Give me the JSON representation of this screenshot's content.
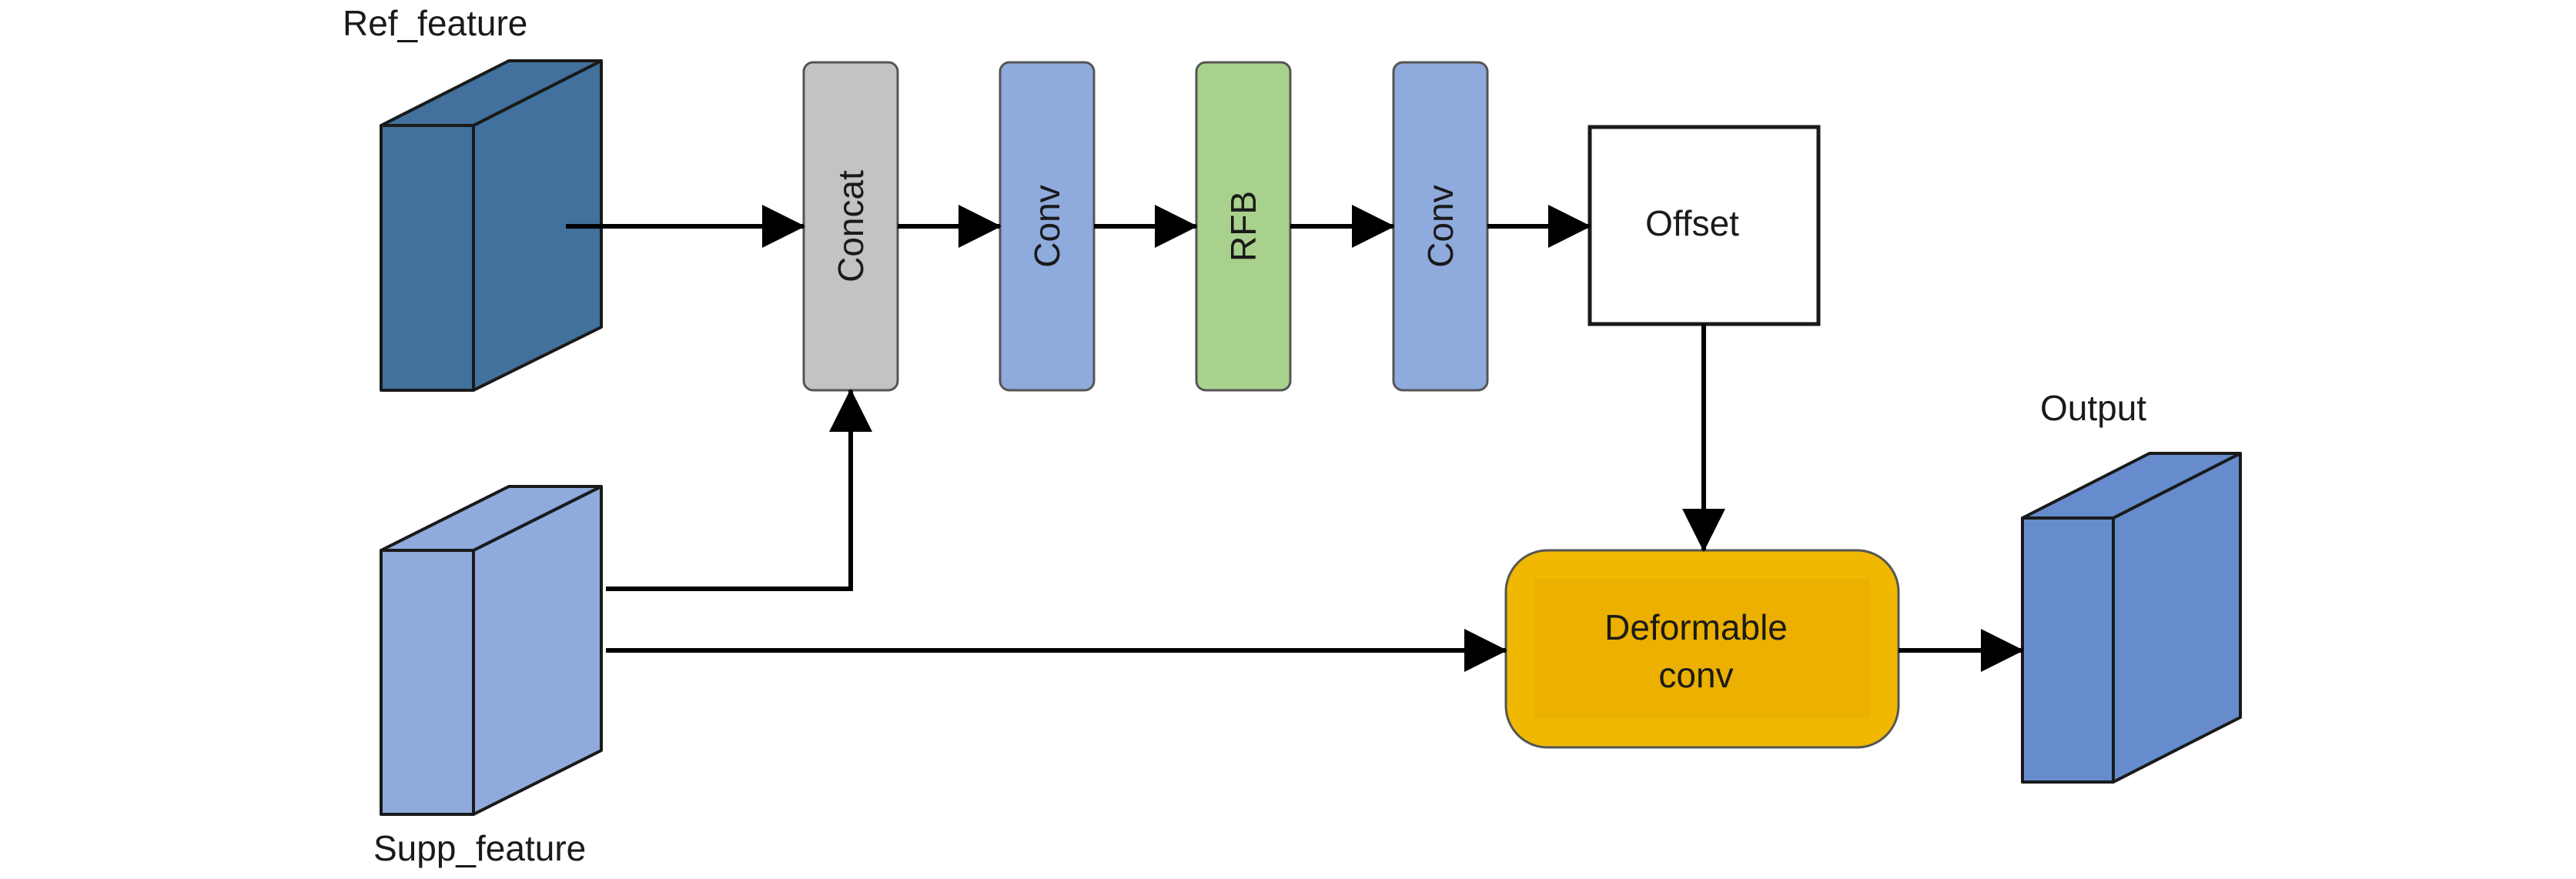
{
  "labels": {
    "ref_feature": "Ref_feature",
    "supp_feature": "Supp_feature",
    "output": "Output"
  },
  "nodes": {
    "concat": "Concat",
    "conv1": "Conv",
    "rfb": "RFB",
    "conv2": "Conv",
    "offset": "Offset",
    "deformable_line1": "Deformable",
    "deformable_line2": "conv"
  },
  "colors": {
    "ref_front": "#41719c",
    "ref_side": "#41719c",
    "ref_top": "#41719c",
    "supp_front": "#8faadc",
    "supp_side": "#8faadc",
    "supp_top": "#8faadc",
    "out_front": "#668ccd",
    "out_side": "#668ccd",
    "out_top": "#668ccd",
    "concat": "#c3c3c3",
    "conv": "#8faadc",
    "rfb": "#a9d18e",
    "offset": "#ffffff",
    "deformable_outer": "#f0b800",
    "deformable_inner": "#ebb000",
    "stroke": "#1a1a1a"
  }
}
